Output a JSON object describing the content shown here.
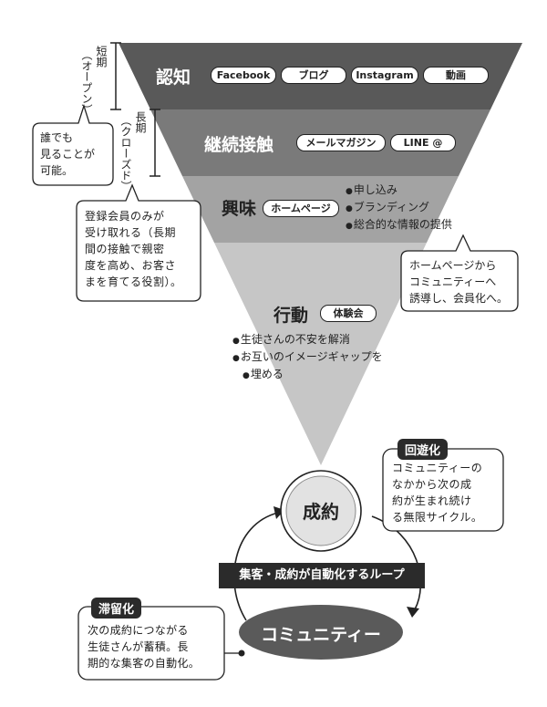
{
  "funnel": {
    "stages": [
      {
        "title": "認知",
        "tags": [
          "Facebook",
          "ブログ",
          "Instagram",
          "動画"
        ]
      },
      {
        "title": "継続接触",
        "tags": [
          "メールマガジン",
          "LINE @"
        ]
      },
      {
        "title": "興味",
        "tags": [
          "ホームページ"
        ],
        "bullets": [
          "申し込み",
          "ブランディング",
          "総合的な情報の提供"
        ]
      },
      {
        "title": "行動",
        "tags": [
          "体験会"
        ],
        "bullets": [
          "生徒さんの不安を解消",
          "お互いのイメージギャップを",
          "埋める"
        ]
      }
    ]
  },
  "brackets": {
    "short_label": "短期",
    "short_sub": "（オープン）",
    "long_label": "長期",
    "long_sub": "（クローズド）"
  },
  "callouts": {
    "open_note": [
      "誰でも",
      "見ることが",
      "可能。"
    ],
    "closed_note": [
      "登録会員のみが",
      "受け取れる（長期",
      "間の接触で親密",
      "度を高め、お客さ",
      "まを育てる役割）。"
    ],
    "hp_note": [
      "ホームページから",
      "コミュニティーへ",
      "誘導し、会員化へ。"
    ]
  },
  "loop": {
    "contract": "成約",
    "community": "コミュニティー",
    "banner": "集客・成約が自動化するループ",
    "avoid_tag": "回遊化",
    "avoid_text": [
      "コミュニティーの",
      "なかから次の成",
      "約が生まれ続け",
      "る無限サイクル。"
    ],
    "stay_tag": "滞留化",
    "stay_text": [
      "次の成約につながる",
      "生徒さんが蓄積。長",
      "期的な集客の自動化。"
    ]
  },
  "colors": {
    "band1": "#595959",
    "band2": "#7a7a7a",
    "band3": "#a3a3a3",
    "band4": "#c6c6c6",
    "dark": "#2b2b2b"
  }
}
